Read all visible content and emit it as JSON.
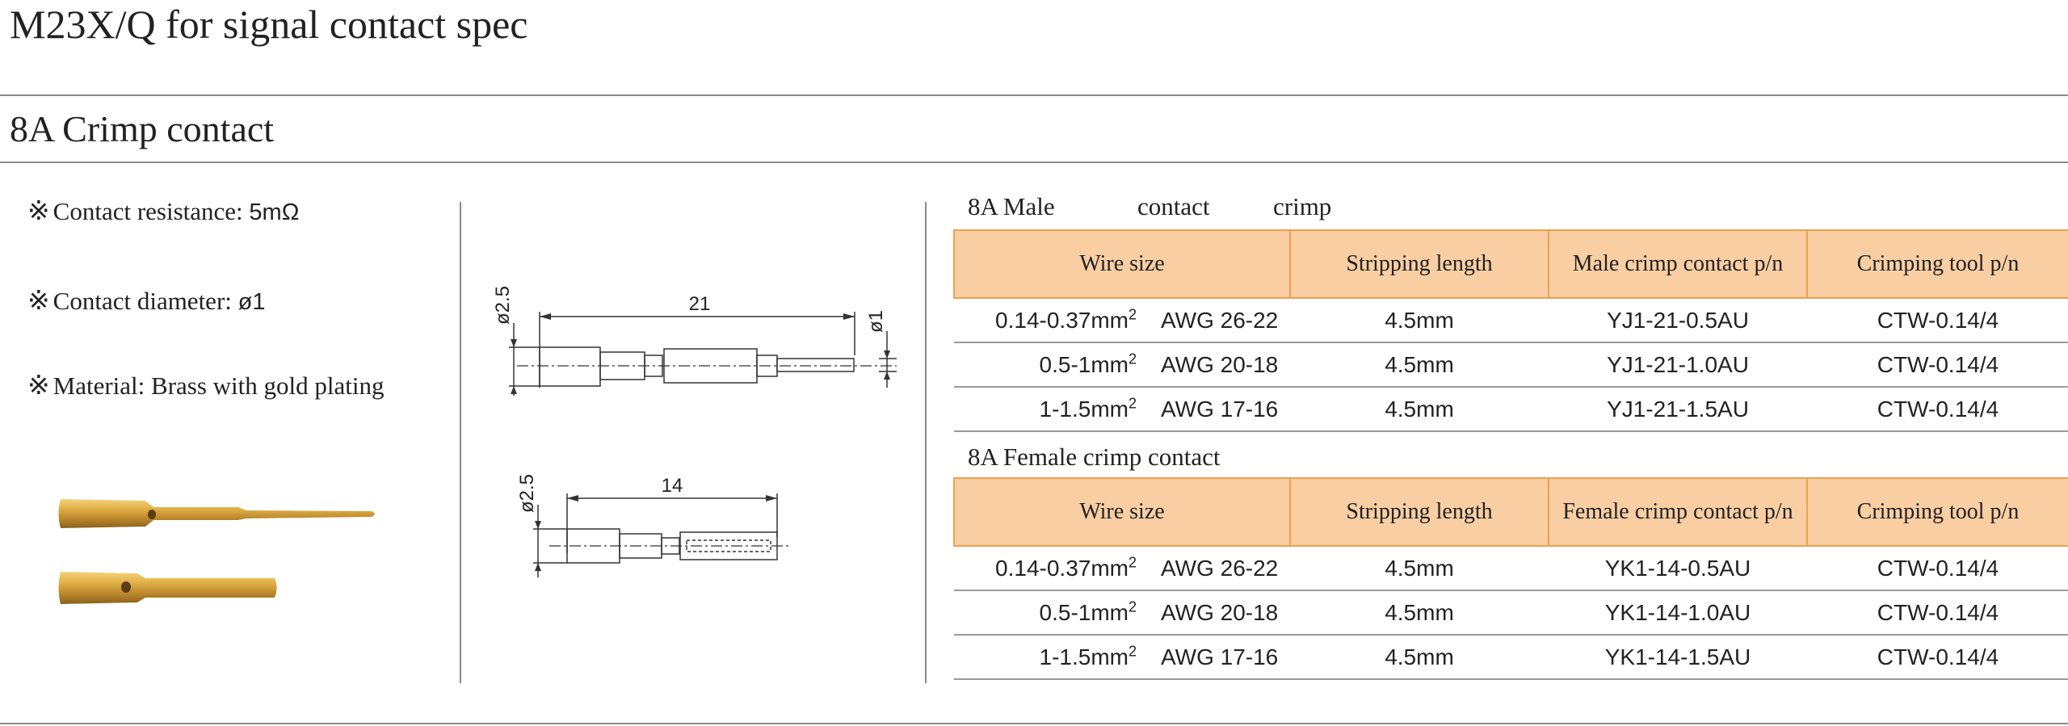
{
  "page_title": "M23X/Q for signal contact spec",
  "section_title": "8A Crimp contact",
  "specs": [
    {
      "mark": "※",
      "label": "Contact resistance: ",
      "value": "5mΩ"
    },
    {
      "mark": "※",
      "label": "Contact diameter: ",
      "value": "ø1"
    },
    {
      "mark": "※",
      "label": "Material: Brass with gold plating",
      "value": ""
    }
  ],
  "drawings": {
    "male": {
      "dia_left": "ø2.5",
      "length": "21",
      "dia_right": "ø1"
    },
    "female": {
      "dia_left": "ø2.5",
      "length": "14"
    }
  },
  "male_table": {
    "caption": {
      "w1": "8A Male",
      "w2": "contact",
      "w3": "crimp"
    },
    "headers": [
      "Wire size",
      "Stripping  length",
      "Male crimp contact p/n",
      "Crimping tool p/n"
    ],
    "rows": [
      {
        "mm": "0.14-0.37mm",
        "sup": "2",
        "awg": "AWG 26-22",
        "strip": "4.5mm",
        "pn": "YJ1-21-0.5AU",
        "tool": "CTW-0.14/4"
      },
      {
        "mm": "0.5-1mm",
        "sup": "2",
        "awg": "AWG 20-18",
        "strip": "4.5mm",
        "pn": "YJ1-21-1.0AU",
        "tool": "CTW-0.14/4"
      },
      {
        "mm": "1-1.5mm",
        "sup": "2",
        "awg": "AWG 17-16",
        "strip": "4.5mm",
        "pn": "YJ1-21-1.5AU",
        "tool": "CTW-0.14/4"
      }
    ]
  },
  "female_table": {
    "caption": "8A Female crimp contact",
    "headers": [
      "Wire size",
      "Stripping  length",
      "Female crimp contact p/n",
      "Crimping tool p/n"
    ],
    "rows": [
      {
        "mm": "0.14-0.37mm",
        "sup": "2",
        "awg": "AWG 26-22",
        "strip": "4.5mm",
        "pn": "YK1-14-0.5AU",
        "tool": "CTW-0.14/4"
      },
      {
        "mm": "0.5-1mm",
        "sup": "2",
        "awg": "AWG 20-18",
        "strip": "4.5mm",
        "pn": "YK1-14-1.0AU",
        "tool": "CTW-0.14/4"
      },
      {
        "mm": "1-1.5mm",
        "sup": "2",
        "awg": "AWG 17-16",
        "strip": "4.5mm",
        "pn": "YK1-14-1.5AU",
        "tool": "CTW-0.14/4"
      }
    ]
  },
  "colors": {
    "header_fill": "#f9cea3",
    "header_border": "#f0a04b",
    "gold": "#d4a338",
    "rule": "#8a8a8a"
  }
}
